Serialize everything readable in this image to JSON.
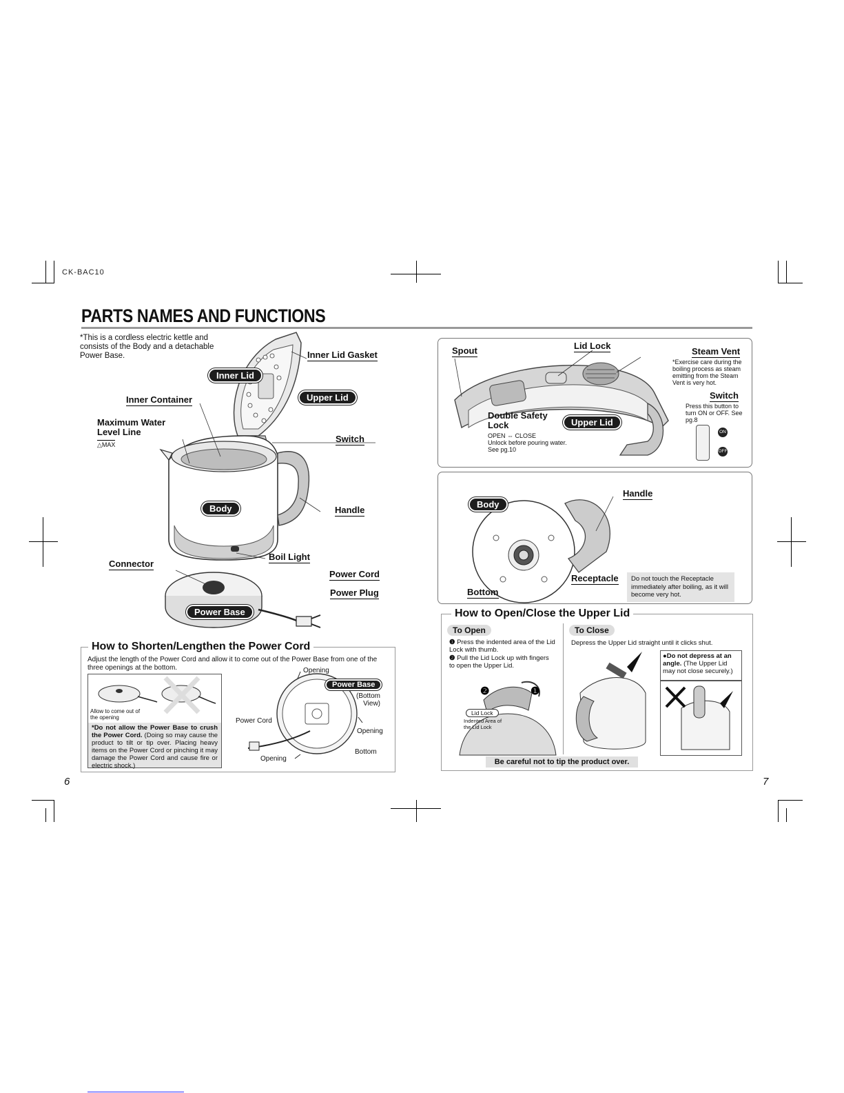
{
  "doc": {
    "model": "CK-BAC10",
    "title": "PARTS NAMES AND FUNCTIONS",
    "page_left": "6",
    "page_right": "7"
  },
  "left": {
    "intro": "*This is a cordless electric kettle and consists of the Body and a detachable Power Base.",
    "labels": {
      "inner_lid_gasket": "Inner Lid Gasket",
      "inner_lid": "Inner Lid",
      "upper_lid": "Upper Lid",
      "inner_container": "Inner Container",
      "max_water": "Maximum Water Level Line",
      "max_mark": "MAX",
      "switch": "Switch",
      "body": "Body",
      "handle": "Handle",
      "connector": "Connector",
      "boil_light": "Boil Light",
      "power_cord": "Power Cord",
      "power_plug": "Power Plug",
      "power_base": "Power Base"
    },
    "cord_section": {
      "title": "How to Shorten/Lengthen the Power Cord",
      "text": "Adjust the length of the Power Cord and allow it to come out of the Power Base from one of the three openings at the bottom.",
      "allow_caption": "Allow to come out of the opening",
      "warning_bold": "*Do not allow the Power Base to crush the Power Cord.",
      "warning_rest": "(Doing so may cause the product to tilt or tip over. Placing heavy items on the Power Cord or pinching it may damage the Power Cord and cause fire or electric shock.)",
      "opening_top": "Opening",
      "power_base": "Power Base",
      "bottom_view": "(Bottom View)",
      "power_cord": "Power Cord",
      "opening_right": "Opening",
      "bottom": "Bottom",
      "opening_bottom": "Opening"
    }
  },
  "right": {
    "top_box": {
      "spout": "Spout",
      "lid_lock": "Lid Lock",
      "steam_vent": "Steam Vent",
      "steam_note": "*Exercise care during the boiling process as steam emitting from the Steam Vent is very hot.",
      "switch": "Switch",
      "switch_note": "Press this button to turn ON or OFF. See pg.8",
      "double_safety": "Double Safety Lock",
      "double_note_1": "OPEN ⇔ CLOSE",
      "double_note_2": "Unlock before pouring water.",
      "double_note_3": "See pg.10",
      "upper_lid": "Upper Lid",
      "on": "ON",
      "off": "OFF"
    },
    "bottom_box": {
      "body": "Body",
      "handle": "Handle",
      "receptacle": "Receptacle",
      "receptacle_note": "Do not touch the Receptacle immediately after boiling, as it will become very hot.",
      "bottom": "Bottom"
    },
    "lid_section": {
      "title": "How to Open/Close the Upper Lid",
      "to_open": "To Open",
      "open_step1": "Press the indented area of the Lid Lock with thumb.",
      "open_step2": "Pull the Lid Lock up with fingers to open the Upper Lid.",
      "lid_lock": "Lid Lock",
      "indented": "Indented Area of the Lid Lock",
      "to_close": "To Close",
      "close_text": "Depress the Upper Lid straight until it clicks shut.",
      "angle_bold": "●Do not depress at an angle.",
      "angle_rest": "(The Upper Lid may not close securely.)",
      "careful": "Be careful not to tip the product over."
    }
  }
}
